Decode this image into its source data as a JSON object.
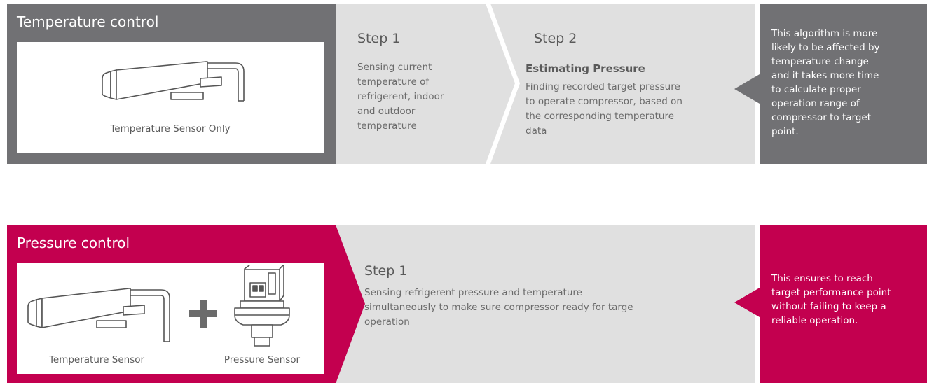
{
  "colors": {
    "gray_panel": "#717174",
    "gray_light": "#e0e0e0",
    "magenta": "#c3004f",
    "gray_text": "#5a5a5a"
  },
  "temperature_control": {
    "header": "Temperature control",
    "sensor_caption": "Temperature Sensor Only",
    "step1": {
      "title": "Step 1",
      "body": [
        "Sensing current",
        "temperature of",
        "refrigerent, indoor",
        "and outdoor",
        "temperature"
      ]
    },
    "step2": {
      "title": "Step 2",
      "subtitle": "Estimating Pressure",
      "body": [
        "Finding recorded target pressure",
        "to operate compressor, based on",
        "the corresponding temperature",
        "data"
      ]
    },
    "note": [
      "This algorithm is more",
      "likely to be affected by",
      "temperature change",
      "and it takes more time",
      "to calculate  proper",
      "operation range of",
      "compressor to target",
      "point."
    ]
  },
  "pressure_control": {
    "header": "Pressure control",
    "temp_caption": "Temperature Sensor",
    "pressure_caption": "Pressure Sensor",
    "plus_icon": "plus-icon",
    "step1": {
      "title": "Step 1",
      "body": [
        "Sensing refrigerent pressure and temperature",
        "simultaneously to make sure compressor ready for targe",
        "operation"
      ]
    },
    "note": [
      "This ensures to reach",
      "target performance point",
      "without failing to keep a",
      "reliable operation."
    ]
  }
}
